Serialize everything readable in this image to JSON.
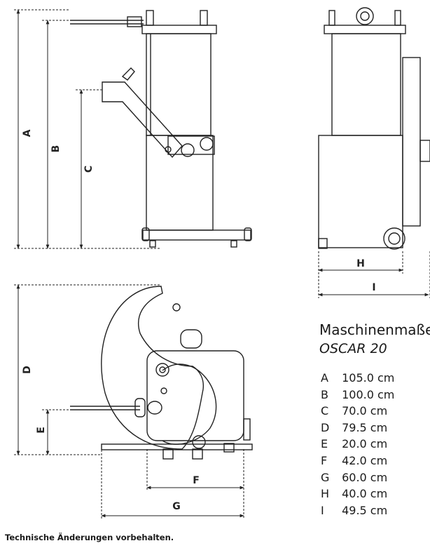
{
  "spec_panel": {
    "title": "Maschinenmaße",
    "subtitle": "OSCAR 20",
    "dimensions": [
      {
        "letter": "A",
        "value": "105.0 cm"
      },
      {
        "letter": "B",
        "value": "100.0 cm"
      },
      {
        "letter": "C",
        "value": "70.0 cm"
      },
      {
        "letter": "D",
        "value": "79.5 cm"
      },
      {
        "letter": "E",
        "value": "20.0 cm"
      },
      {
        "letter": "F",
        "value": "42.0 cm"
      },
      {
        "letter": "G",
        "value": "60.0 cm"
      },
      {
        "letter": "H",
        "value": "40.0 cm"
      },
      {
        "letter": "I",
        "value": "49.5 cm"
      }
    ]
  },
  "drawing_labels": {
    "A": "A",
    "B": "B",
    "C": "C",
    "D": "D",
    "E": "E",
    "F": "F",
    "G": "G",
    "H": "H",
    "I": "I"
  },
  "footer_note": "Technische Änderungen vorbehalten."
}
